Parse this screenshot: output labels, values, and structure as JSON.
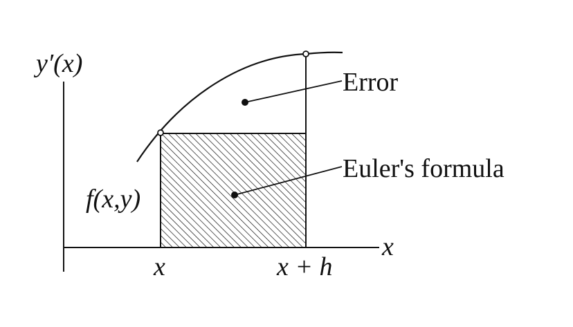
{
  "axes": {
    "y_label": "y′(x)",
    "x_label": "x"
  },
  "ticks": {
    "left": "x",
    "right": "x + h"
  },
  "rect_label": "f(x,y)",
  "annotations": {
    "error": "Error",
    "euler": "Euler's formula"
  },
  "colors": {
    "ink": "#111111",
    "background": "#ffffff"
  }
}
